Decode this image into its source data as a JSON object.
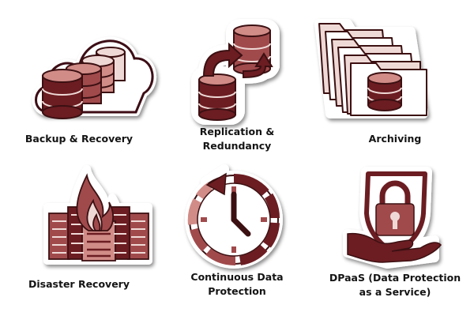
{
  "colors": {
    "dark": "#6b1d22",
    "mid": "#a04a4c",
    "light": "#d18c88",
    "pale": "#efd9d6",
    "outline": "#3c1012",
    "sticker_border": "#ffffff",
    "label": "#141414"
  },
  "tiles": [
    {
      "icon": "database-cloud-icon",
      "label_lines": [
        "Backup & Recovery"
      ]
    },
    {
      "icon": "database-replication-icon",
      "label_lines": [
        "Replication &",
        "Redundancy"
      ]
    },
    {
      "icon": "folder-stack-icon",
      "label_lines": [
        "Archiving"
      ]
    },
    {
      "icon": "burning-servers-icon",
      "label_lines": [
        "Disaster Recovery"
      ]
    },
    {
      "icon": "clock-history-icon",
      "label_lines": [
        "Continuous Data",
        "Protection"
      ]
    },
    {
      "icon": "shield-padlock-hand-icon",
      "label_lines": [
        "DPaaS (Data Protection",
        "as a Service)"
      ]
    }
  ]
}
